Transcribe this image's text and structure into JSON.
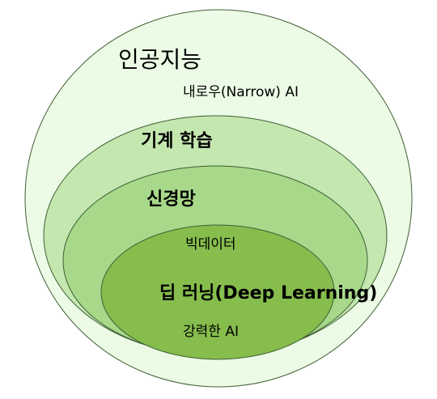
{
  "diagram": {
    "layers": [
      {
        "id": "ai",
        "label": "인공지능",
        "sublabel": "내로우(Narrow) AI",
        "fill": "#ecfbe5"
      },
      {
        "id": "ml",
        "label": "기계 학습",
        "fill": "#c4e7b0"
      },
      {
        "id": "nn",
        "label": "신경망",
        "sublabel": "빅데이터",
        "fill": "#a8d88a"
      },
      {
        "id": "dl",
        "label": "딥 러닝(Deep Learning)",
        "sublabel": "강력한 AI",
        "fill": "#86bd4d"
      }
    ],
    "stroke": "#3f5f35"
  }
}
